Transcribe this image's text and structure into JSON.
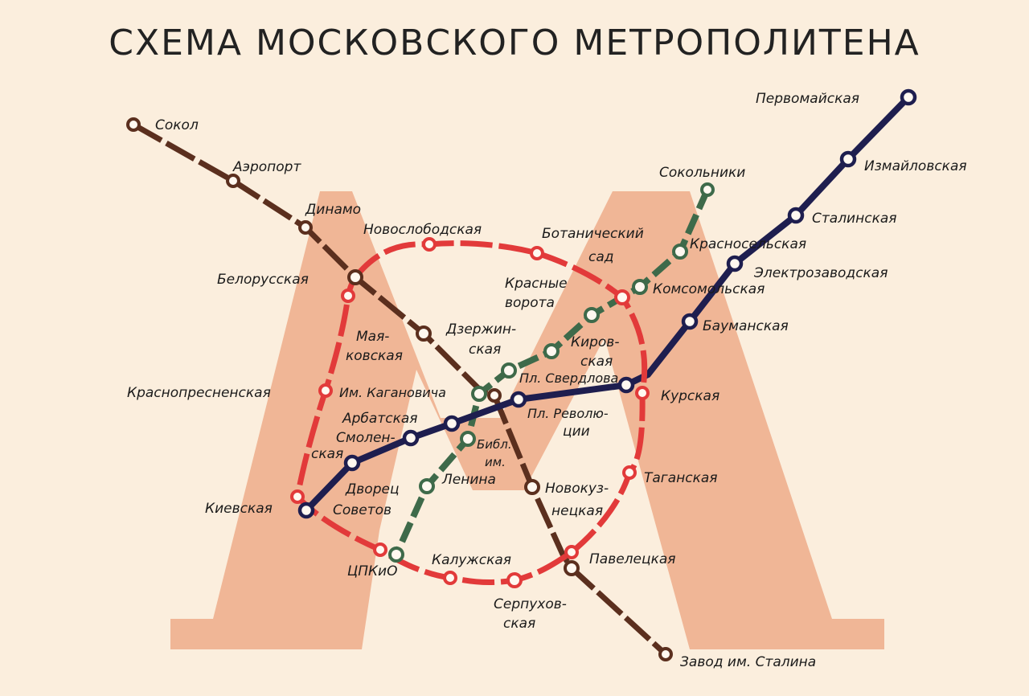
{
  "title": "СХЕМА МОСКОВСКОГО МЕТРОПОЛИТЕНА",
  "colors": {
    "background": "#fbeedd",
    "logo": "#f0b696",
    "circle_line": "#e23a3a",
    "brown_line": "#5b2f1e",
    "green_line": "#3e6a4a",
    "blue_line": "#1e1e4f"
  },
  "stations": {
    "sokol": "Сокол",
    "aeroport": "Аэропорт",
    "dinamo": "Динамо",
    "belorusskaya": "Белорусская",
    "mayakovskaya_1": "Мая-",
    "mayakovskaya_2": "ковская",
    "novoslobodskaya": "Новослободская",
    "botanichesky_1": "Ботанический",
    "botanichesky_2": "сад",
    "sokolniki": "Сокольники",
    "krasnoselskaya": "Красносельская",
    "krasnye_vorota_1": "Красные",
    "krasnye_vorota_2": "ворота",
    "komsomolskaya": "Комсомольская",
    "dzerzhinskaya_1": "Дзержин-",
    "dzerzhinskaya_2": "ская",
    "kirovskaya_1": "Киров-",
    "kirovskaya_2": "ская",
    "pervomaiskaya": "Первомайская",
    "izmailovskaya": "Измайловская",
    "stalinskaya": "Сталинская",
    "elektrozavodskaya": "Электрозаводская",
    "baumanskaya": "Бауманская",
    "krasnopresnenskaya": "Краснопресненская",
    "kaganovicha": "Им. Кагановича",
    "sverdlova": "Пл. Свердлова",
    "kurskaya": "Курская",
    "arbatskaya": "Арбатская",
    "revolyutsii_1": "Пл. Револю-",
    "revolyutsii_2": "ции",
    "smolenskaya_1": "Смолен-",
    "smolenskaya_2": "ская",
    "biblioteka_1": "Библ.",
    "biblioteka_2": "им.",
    "biblioteka_3": "Ленина",
    "kievskaya": "Киевская",
    "dvorets_1": "Дворец",
    "dvorets_2": "Советов",
    "novokuznetskaya_1": "Новокуз-",
    "novokuznetskaya_2": "нецкая",
    "taganskaya": "Таганская",
    "tspkio": "ЦПКиО",
    "kaluzhskaya": "Калужская",
    "paveletskaya": "Павелецкая",
    "serpukhovskaya_1": "Серпухов-",
    "serpukhovskaya_2": "ская",
    "zavod": "Завод им. Сталина"
  }
}
